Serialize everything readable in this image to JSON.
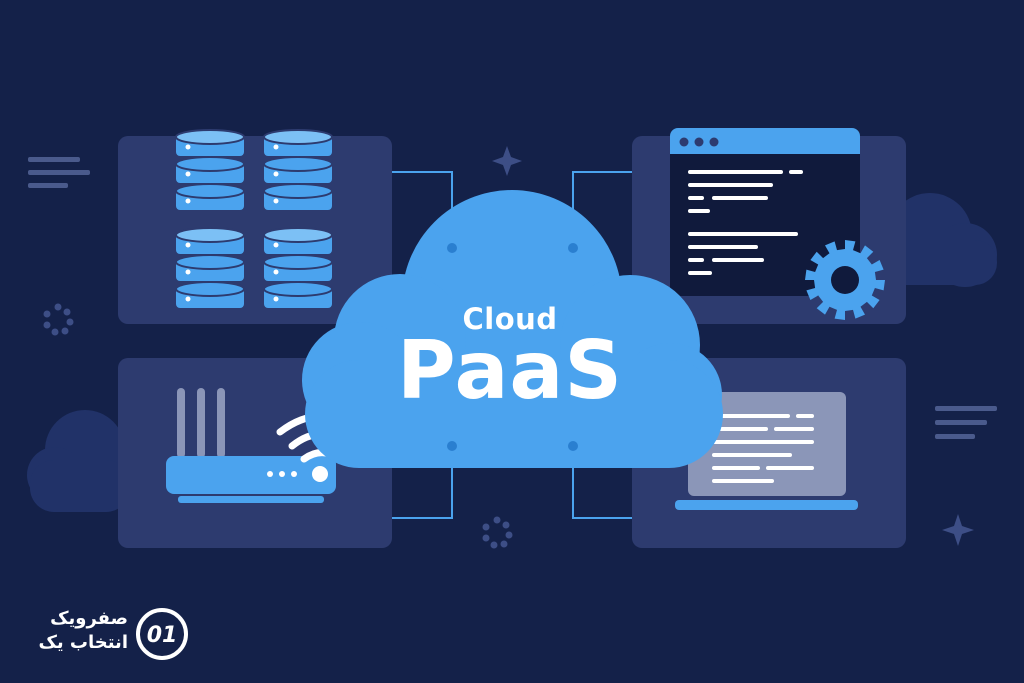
{
  "hero": {
    "cloud_small_text": "Cloud",
    "cloud_large_text": "PaaS"
  },
  "brand": {
    "name": "صفرویک",
    "tagline": "انتخاب یک",
    "logo_mark": "01"
  },
  "colors": {
    "background": "#142149",
    "panel": "#2d3b6f",
    "accent_blue": "#4ba3ee",
    "cloud_shadow": "#213268",
    "line_gray": "#7f8fbf",
    "white": "#ffffff"
  },
  "icons": [
    "database-icon",
    "code-window-icon",
    "gear-icon",
    "router-icon",
    "wifi-icon",
    "laptop-icon",
    "cloud-icon",
    "sparkle-icon",
    "dots-icon"
  ]
}
